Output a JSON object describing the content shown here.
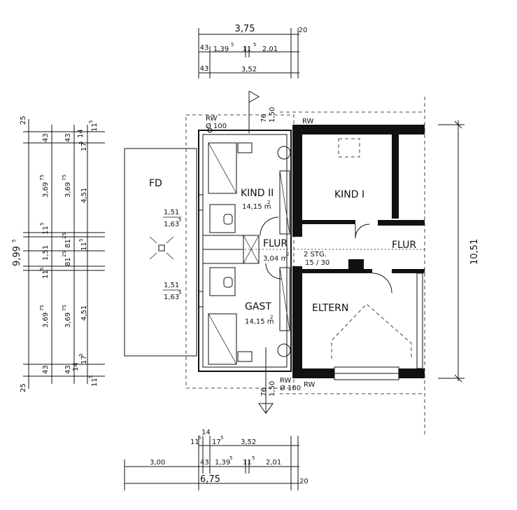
{
  "rooms": {
    "fd": "FD",
    "kind2": "KIND II",
    "kind2_area": "14,15 m",
    "kind1": "KIND I",
    "flur_small": "FLUR",
    "flur_small_area": "3,04 m",
    "flur": "FLUR",
    "gast": "GAST",
    "gast_area": "14,15 m",
    "eltern": "ELTERN",
    "area_exp": "2"
  },
  "notes": {
    "rw": "RW",
    "rw_dia": "Ø 100",
    "stg": "2 STG.",
    "stg_size": "15 / 30",
    "v76": "76",
    "v150": "1,50",
    "fd_dim1": "1,51",
    "fd_dim2": "1,63",
    "fd_dim2_sup": "5"
  },
  "dims_top": {
    "total": "3,75",
    "end": "20",
    "r2": [
      "43",
      "1,39",
      "5",
      "11",
      "5",
      "2,01"
    ],
    "r3": [
      "43",
      "3,52"
    ]
  },
  "dims_bottom": {
    "r1": [
      "11",
      "5",
      "14",
      "17",
      "5",
      "3,52"
    ],
    "r2": [
      "3,00",
      "43",
      "1,39",
      "5",
      "11",
      "5",
      "2,01"
    ],
    "total": "6,75",
    "end": "20"
  },
  "dims_left": {
    "total": "9,99",
    "total_sup": "5",
    "c1": [
      "25",
      "43",
      "3,69",
      "75",
      "11",
      "5",
      "1,51",
      "11",
      "5",
      "3,69",
      "75",
      "43",
      "25"
    ],
    "c2": [
      "43",
      "3,69",
      "75",
      "81",
      "25",
      "81",
      "25",
      "3,69",
      "75",
      "43"
    ],
    "c3": [
      "14",
      "17",
      "5",
      "4,51",
      "11",
      "5",
      "4,51",
      "14",
      "17",
      "5"
    ],
    "c4": [
      "11",
      "5",
      "11",
      "5"
    ]
  },
  "dims_right": {
    "total": "10,51"
  }
}
